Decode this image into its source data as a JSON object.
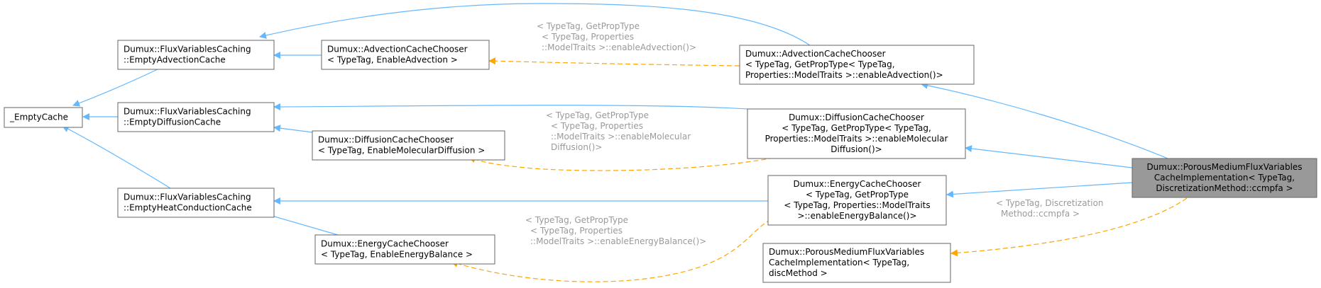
{
  "colors": {
    "inherit_edge": "#63b8ff",
    "template_edge": "#ffa500",
    "node_border": "#666666",
    "highlight_node_fill": "#999999",
    "edge_label_text": "#9a9a9a"
  },
  "nodes": [
    {
      "id": "empty_cache",
      "lines": [
        "_EmptyCache"
      ]
    },
    {
      "id": "empty_advection_cache",
      "lines": [
        "Dumux::FluxVariablesCaching",
        "::EmptyAdvectionCache"
      ]
    },
    {
      "id": "empty_diffusion_cache",
      "lines": [
        "Dumux::FluxVariablesCaching",
        "::EmptyDiffusionCache"
      ]
    },
    {
      "id": "empty_heat_conduction_cache",
      "lines": [
        "Dumux::FluxVariablesCaching",
        "::EmptyHeatConductionCache"
      ]
    },
    {
      "id": "advection_chooser_bool",
      "lines": [
        "Dumux::AdvectionCacheChooser",
        "< TypeTag, EnableAdvection >"
      ]
    },
    {
      "id": "diffusion_chooser_bool",
      "lines": [
        "Dumux::DiffusionCacheChooser",
        "< TypeTag, EnableMolecularDiffusion >"
      ]
    },
    {
      "id": "energy_chooser_bool",
      "lines": [
        "Dumux::EnergyCacheChooser",
        "< TypeTag, EnableEnergyBalance >"
      ]
    },
    {
      "id": "advection_chooser_inst",
      "lines": [
        "Dumux::AdvectionCacheChooser",
        "< TypeTag, GetPropType< TypeTag,",
        " Properties::ModelTraits >::enableAdvection()>"
      ]
    },
    {
      "id": "diffusion_chooser_inst",
      "lines": [
        "Dumux::DiffusionCacheChooser",
        "< TypeTag, GetPropType< TypeTag,",
        " Properties::ModelTraits >::enableMolecular",
        "Diffusion()>"
      ]
    },
    {
      "id": "energy_chooser_inst",
      "lines": [
        "Dumux::EnergyCacheChooser",
        "< TypeTag, GetPropType",
        "< TypeTag, Properties::ModelTraits",
        " >::enableEnergyBalance()>"
      ]
    },
    {
      "id": "pm_flux_cache_impl_template",
      "lines": [
        "Dumux::PorousMediumFluxVariables",
        "CacheImplementation< TypeTag,",
        " discMethod >"
      ]
    },
    {
      "id": "pm_flux_cache_impl_ccmpfa",
      "lines": [
        "Dumux::PorousMediumFluxVariables",
        "CacheImplementation< TypeTag,",
        " DiscretizationMethod::ccmpfa >"
      ]
    }
  ],
  "edge_labels": [
    {
      "id": "label_advection",
      "lines": [
        "< TypeTag, GetPropType",
        "< TypeTag, Properties",
        "::ModelTraits >::enableAdvection()>"
      ]
    },
    {
      "id": "label_diffusion",
      "lines": [
        "< TypeTag, GetPropType",
        "< TypeTag, Properties",
        "::ModelTraits >::enableMolecular",
        "Diffusion()>"
      ]
    },
    {
      "id": "label_energy",
      "lines": [
        "< TypeTag, GetPropType",
        "< TypeTag, Properties",
        "::ModelTraits >::enableEnergyBalance()>"
      ]
    },
    {
      "id": "label_disc",
      "lines": [
        "< TypeTag, Discretization",
        "Method::ccmpfa >"
      ]
    }
  ]
}
